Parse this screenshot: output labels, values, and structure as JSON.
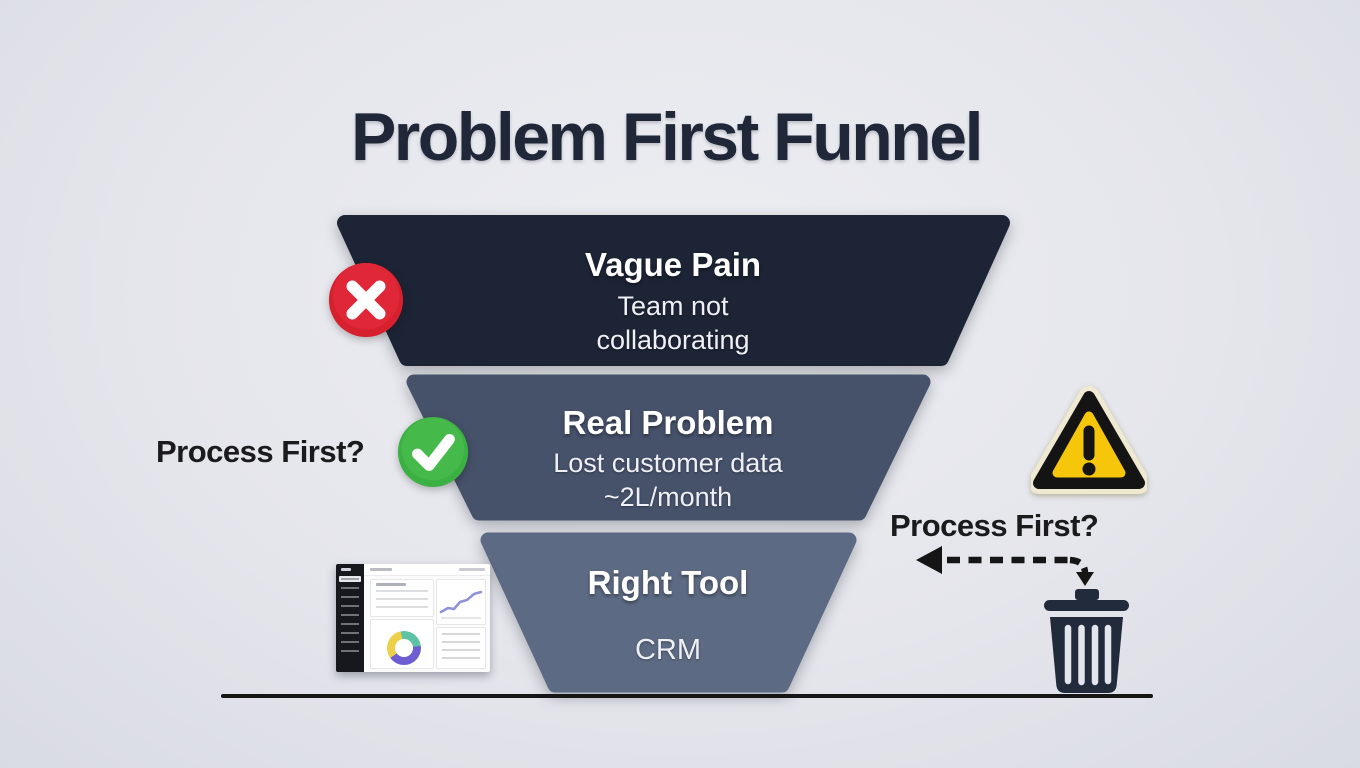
{
  "title": "Problem First Funnel",
  "funnel": {
    "tiers": [
      {
        "heading": "Vague Pain",
        "subtitle_lines": [
          "Team not",
          "collaborating"
        ],
        "color": "#1d2435",
        "badge_icon": "x-circle-icon"
      },
      {
        "heading": "Real Problem",
        "subtitle_lines": [
          "Lost customer data",
          "~2L/month"
        ],
        "color": "#46516a",
        "badge_icon": "check-circle-icon"
      },
      {
        "heading": "Right Tool",
        "subtitle_lines": [
          "CRM"
        ],
        "color": "#5d6a83",
        "badge_icon": "crm-dashboard-thumbnail"
      }
    ]
  },
  "annotations": {
    "left_question": "Process First?",
    "right_question": "Process First?",
    "right_icons": [
      "warning-triangle-icon",
      "dashed-arrow-to-trash",
      "trash-can-icon"
    ]
  },
  "colors": {
    "background": "#e6e7ec",
    "title_text": "#1f2738",
    "tier1": "#1d2435",
    "tier2": "#46516a",
    "tier3": "#5d6a83",
    "error_red": "#d7202e",
    "success_green": "#3cb143",
    "warning_yellow": "#f5c60a",
    "ink": "#161616",
    "tier_text": "#ffffff"
  }
}
